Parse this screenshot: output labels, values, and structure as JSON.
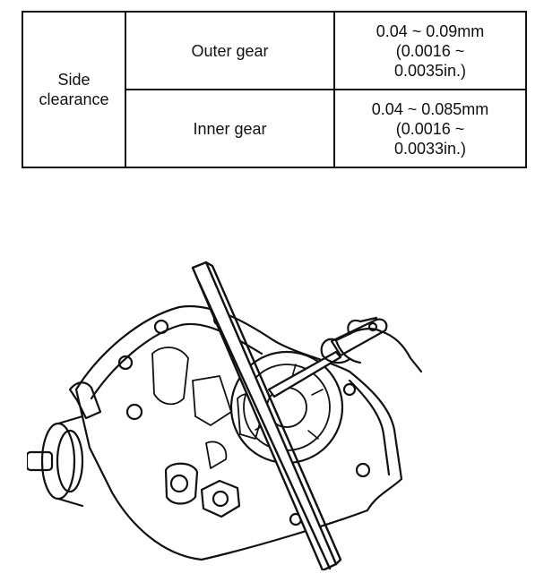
{
  "table": {
    "row_header": [
      "Side",
      "clearance"
    ],
    "rows": [
      {
        "component": "Outer gear",
        "value_lines": [
          "0.04 ~ 0.09mm",
          "(0.0016  ~",
          "0.0035in.)"
        ]
      },
      {
        "component": "Inner gear",
        "value_lines": [
          "0.04 ~ 0.085mm",
          "(0.0016  ~",
          "0.0033in.)"
        ]
      }
    ]
  }
}
